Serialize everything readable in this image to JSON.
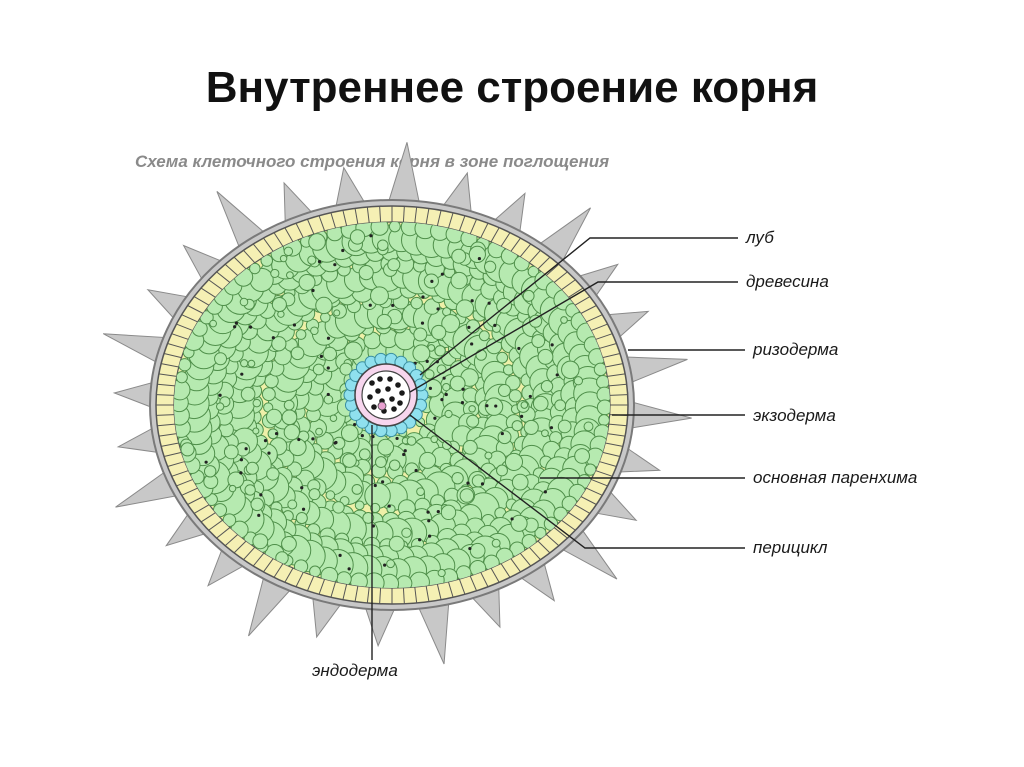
{
  "slide": {
    "title": "Внутреннее строение корня",
    "subtitle": "Схема клеточного строения корня в зоне поглощения"
  },
  "labels": [
    {
      "id": "lub",
      "text": "луб"
    },
    {
      "id": "drevesina",
      "text": "древесина"
    },
    {
      "id": "rizoderma",
      "text": "ризодерма"
    },
    {
      "id": "ekzoderma",
      "text": "экзодерма"
    },
    {
      "id": "parenhima",
      "text": "основная паренхима"
    },
    {
      "id": "pericikl",
      "text": "перицикл"
    },
    {
      "id": "endoderma",
      "text": "эндодерма"
    }
  ],
  "colors": {
    "root_hairs": "#c8c8c8",
    "rhizoderm_outline": "#7a7a7a",
    "exoderm_fill": "#f5f0b4",
    "parenchyma_bg": "#eef0a8",
    "parenchyma_cell": "#b6eab0",
    "endoderm": "#8fe0ee",
    "pericycle": "#f7d6ee",
    "xylem_dots": "#1a1a1a"
  }
}
